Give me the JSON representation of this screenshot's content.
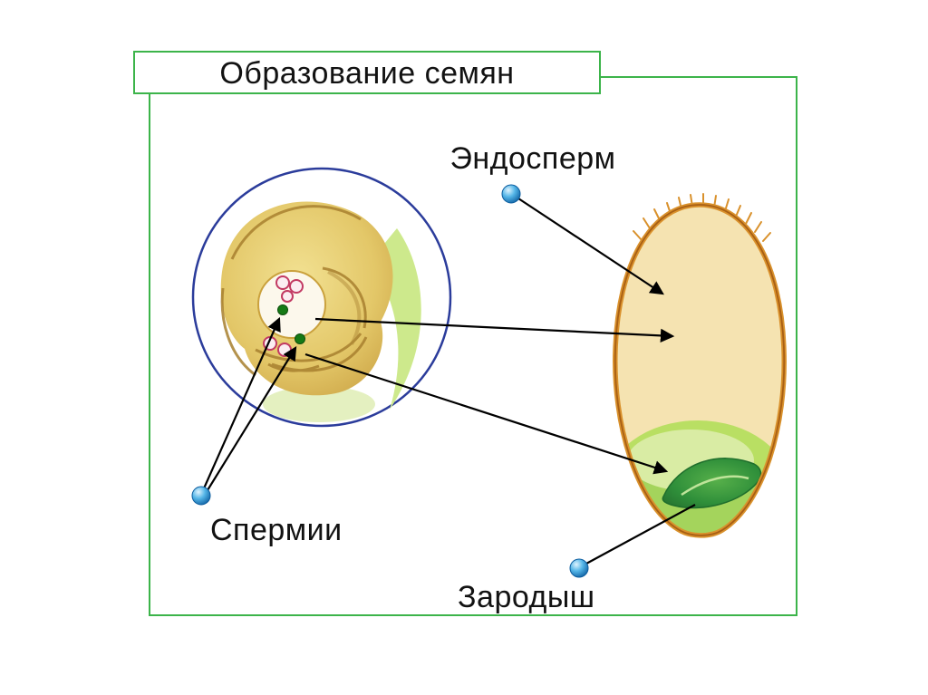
{
  "title": "Образование семян",
  "labels": {
    "endosperm": "Эндосперм",
    "sperm": "Спермии",
    "embryo": "Зародыш"
  },
  "colors": {
    "frame_border": "#3cb44a",
    "circle_stroke": "#2b3c9b",
    "ovule_fill": "#e3c768",
    "ovule_outline": "#a8802f",
    "egg_cell_red": "#c23a63",
    "sperm_green": "#157a15",
    "wing_green": "#cde98c",
    "seed_fill": "#f5e3b1",
    "seed_border": "#d9912c",
    "crescent_green": "#b9df63",
    "embryo_green": "#2f8f3a",
    "marker_blue": "#1273b4",
    "arrow_black": "#000000"
  }
}
